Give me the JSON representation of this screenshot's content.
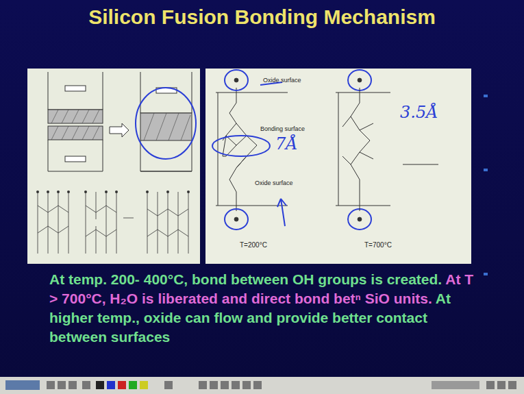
{
  "diagram": {
    "title": "Silicon Fusion Bonding Mechanism",
    "labels": [
      "Oxide surface",
      "Bonding surface",
      "Oxide surface",
      "T=200°C",
      "7Å",
      "3.5Å",
      "T=700°C",
      "At temp. 200- 400°C, bond between OH groups is created.",
      "At T > 700°C, H₂O is liberated and direct bond betⁿ SiO units.",
      "At higher temp., oxide can flow and provide better contact between surfaces"
    ]
  }
}
